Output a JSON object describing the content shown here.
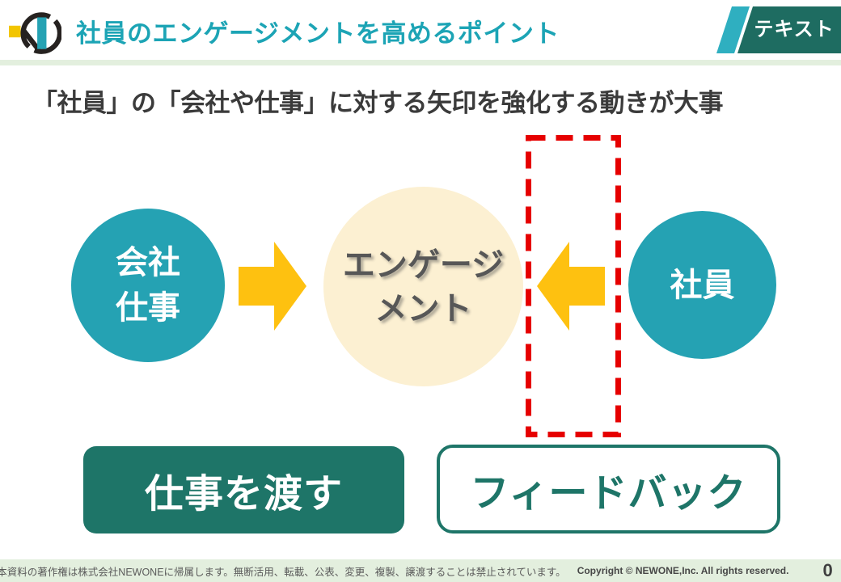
{
  "colors": {
    "teal": "#25A2B3",
    "teal_light": "#2FAFC0",
    "title_teal": "#1CA4B5",
    "green_dark": "#1E7568",
    "badge_green": "#1E6C61",
    "yellow": "#FEC110",
    "cream": "#FCF0D2",
    "red": "#E60000",
    "footer_bg": "#E3EFDE",
    "text_dark": "#3B3B3B",
    "gray_text": "#575757",
    "logo_dark": "#262220",
    "logo_yellow": "#F2C500"
  },
  "header": {
    "title": "社員のエンゲージメントを高めるポイント",
    "badge_label": "テキスト"
  },
  "subtitle": "「社員」の「会社や仕事」に対する矢印を強化する動きが大事",
  "diagram": {
    "left_circle": {
      "line1": "会社",
      "line2": "仕事"
    },
    "center_circle": {
      "line1": "エンゲージ",
      "line2": "メント"
    },
    "right_circle": {
      "label": "社員"
    }
  },
  "actions": {
    "give_work": "仕事を渡す",
    "feedback": "フィードバック"
  },
  "footer": {
    "disclaimer": "本資料の著作権は株式会社NEWONEに帰属します。無断活用、転載、公表、変更、複製、譲渡することは禁止されています。",
    "copyright": "Copyright © NEWONE,Inc.  All rights reserved.",
    "page_number": "0"
  }
}
